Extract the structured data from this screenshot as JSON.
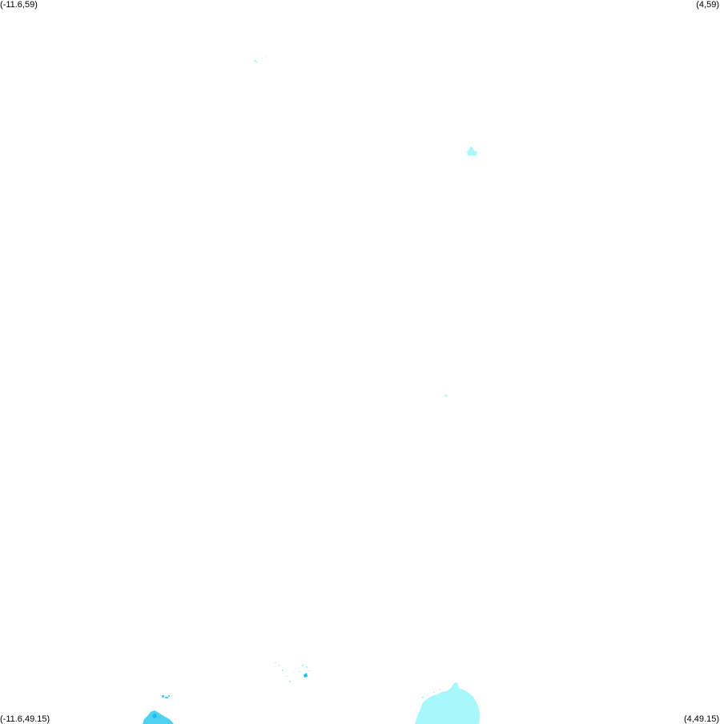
{
  "map": {
    "corner_labels": {
      "top_left": "(-11.6,59)",
      "top_right": "(4,59)",
      "bottom_left": "(-11.6,49.15)",
      "bottom_right": "(4,49.15)"
    },
    "colors": {
      "background": "#ffffff",
      "light_cyan": "#a8f7fb",
      "medium_cyan": "#4fd2f2",
      "deep_cyan": "#16bde8"
    }
  }
}
